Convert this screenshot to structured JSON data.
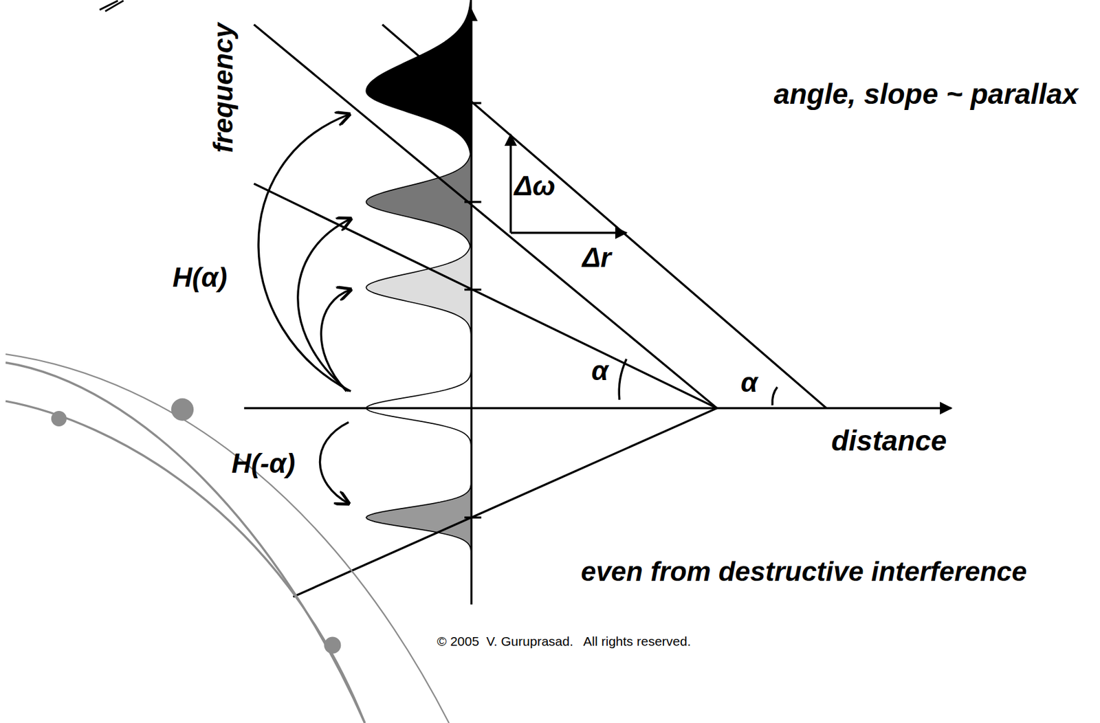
{
  "diagram": {
    "labels": [
      "frequency",
      "angle, slope ~ parallax",
      "Δω",
      "Δr",
      "H(α)",
      "α",
      "α",
      "distance",
      "H(-α)",
      "even from destructive interference",
      "© 2005  V. Guruprasad.   All rights reserved."
    ]
  }
}
